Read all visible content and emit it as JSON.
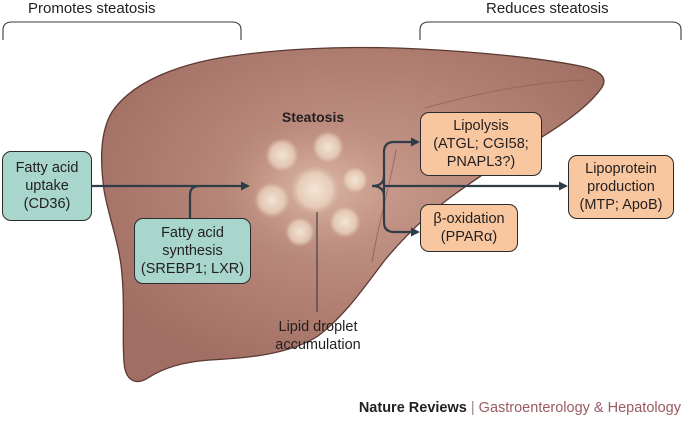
{
  "headers": {
    "promotes": "Promotes steatosis",
    "reduces": "Reduces steatosis"
  },
  "liver": {
    "title": "Steatosis",
    "droplet_label_line1": "Lipid droplet",
    "droplet_label_line2": "accumulation"
  },
  "boxes": {
    "fatty_acid_uptake": [
      "Fatty acid",
      "uptake",
      "(CD36)"
    ],
    "fatty_acid_synthesis": [
      "Fatty acid",
      "synthesis",
      "(SREBP1; LXR)"
    ],
    "lipolysis": [
      "Lipolysis",
      "(ATGL; CGI58;",
      "PNAPL3?)"
    ],
    "beta_oxidation": [
      "β-oxidation",
      "(PPARα)"
    ],
    "lipoprotein_production": [
      "Lipoprotein",
      "production",
      "(MTP; ApoB)"
    ]
  },
  "footer": {
    "publisher": "Nature Reviews",
    "separator": "|",
    "journal": "Gastroenterology & Hepatology"
  },
  "colors": {
    "liver_fill": "#a9776a",
    "liver_outline": "#5b3a33",
    "teal_box": "#a8d6cc",
    "peach_box": "#f9c79f",
    "arrow": "#2f3d48"
  }
}
